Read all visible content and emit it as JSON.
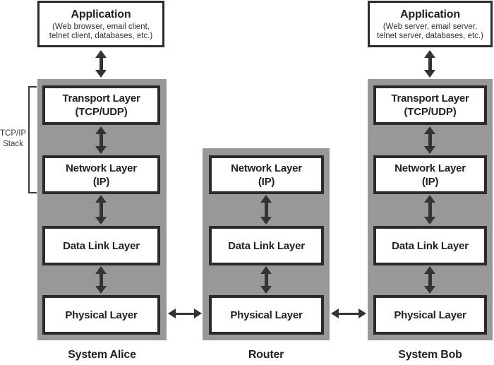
{
  "colors": {
    "stack_bg": "#989898",
    "box_border": "#2b2b2b",
    "arrow": "#333333",
    "text": "#222222"
  },
  "bracket": {
    "line1": "TCP/IP",
    "line2": "Stack"
  },
  "columns": {
    "alice": {
      "caption": "System Alice",
      "app_title": "Application",
      "app_sub1": "(Web browser, email client,",
      "app_sub2": "telnet client, databases, etc.)",
      "layers": {
        "transport1": "Transport Layer",
        "transport2": "(TCP/UDP)",
        "network1": "Network Layer",
        "network2": "(IP)",
        "datalink": "Data Link Layer",
        "physical": "Physical Layer"
      }
    },
    "router": {
      "caption": "Router",
      "layers": {
        "network1": "Network Layer",
        "network2": "(IP)",
        "datalink": "Data Link Layer",
        "physical": "Physical Layer"
      }
    },
    "bob": {
      "caption": "System Bob",
      "app_title": "Application",
      "app_sub1": "(Web server, email server,",
      "app_sub2": "telnet server, databases, etc.)",
      "layers": {
        "transport1": "Transport Layer",
        "transport2": "(TCP/UDP)",
        "network1": "Network Layer",
        "network2": "(IP)",
        "datalink": "Data Link Layer",
        "physical": "Physical Layer"
      }
    }
  }
}
